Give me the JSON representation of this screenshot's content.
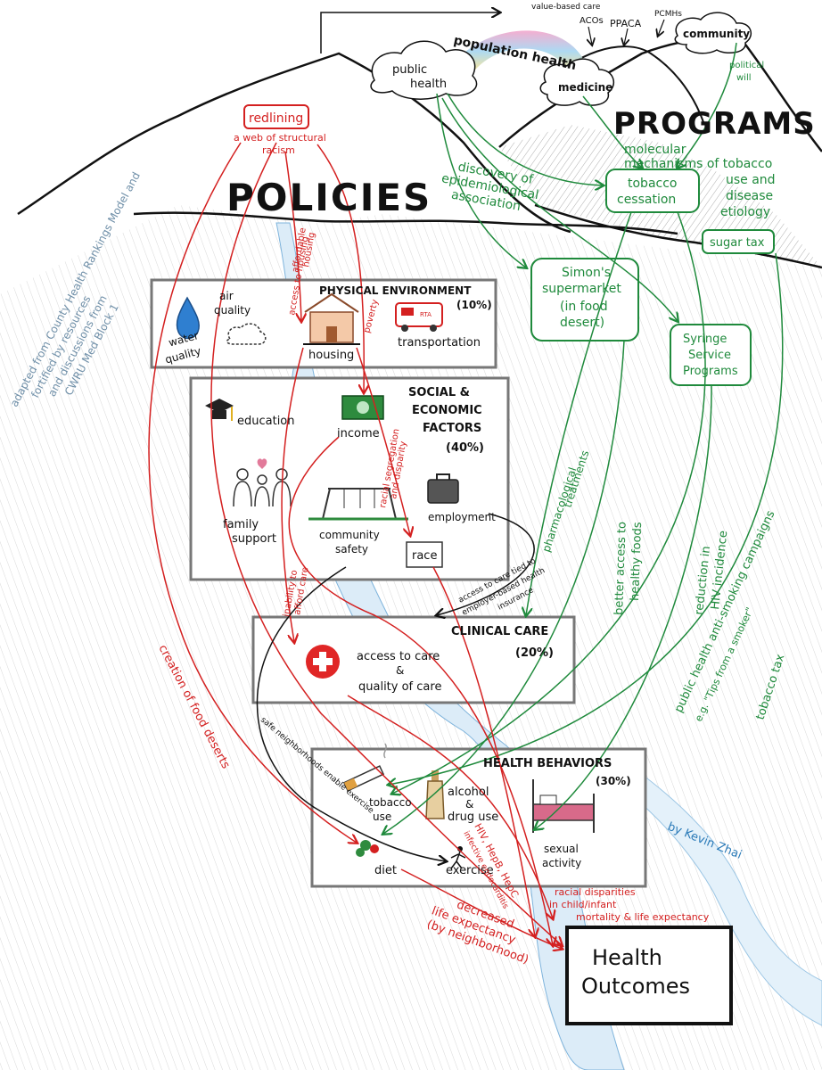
{
  "credits": {
    "adapted_from": "adapted from County Health Rankings Model and",
    "fortified_by": "fortified by resources",
    "discussions": "and discussions from",
    "source": "CWRU Med Block 1",
    "author": "by Kevin Zhai"
  },
  "top": {
    "value_based_care": "value-based care",
    "acos": "ACOs",
    "ppaca": "PPACA",
    "pcmhs": "PCMHs",
    "population_health": "population health",
    "public_health": [
      "public",
      "health"
    ],
    "medicine": "medicine",
    "community": "community",
    "political_will": [
      "political",
      "will"
    ]
  },
  "mountains": {
    "policies": "POLICIES",
    "programs": "PROGRAMS",
    "redlining": "redlining",
    "web_of_racism": [
      "a web of structural",
      "racism"
    ]
  },
  "programs_items": {
    "molecular": [
      "molecular",
      "mechanisms of tobacco",
      "use and",
      "disease",
      "etiology"
    ],
    "discovery": [
      "discovery of",
      "epidemiological",
      "association"
    ],
    "tobacco_cessation": [
      "tobacco",
      "cessation"
    ],
    "sugar_tax": "sugar tax",
    "simons": [
      "Simon's",
      "supermarket",
      "(in food",
      "desert)"
    ],
    "syringe": [
      "Syringe",
      "Service",
      "Programs"
    ]
  },
  "physical_environment": {
    "title": "PHYSICAL ENVIRONMENT",
    "pct": "(10%)",
    "water_quality": [
      "water",
      "quality"
    ],
    "air_quality": [
      "air",
      "quality"
    ],
    "housing": "housing",
    "transportation": "transportation",
    "rta": "RTA"
  },
  "social_economic": {
    "title": [
      "SOCIAL &",
      "ECONOMIC",
      "FACTORS"
    ],
    "pct": "(40%)",
    "education": "education",
    "income": "income",
    "family_support": [
      "family",
      "support"
    ],
    "community_safety": [
      "community",
      "safety"
    ],
    "employment": "employment",
    "race": "race"
  },
  "clinical_care": {
    "title": "CLINICAL CARE",
    "pct": "(20%)",
    "access": "access to care",
    "amp": "&",
    "quality": "quality of care"
  },
  "health_behaviors": {
    "title": "HEALTH BEHAVIORS",
    "pct": "(30%)",
    "tobacco_use": [
      "tobacco",
      "use"
    ],
    "alcohol": [
      "alcohol",
      "&",
      "drug use"
    ],
    "sexual_activity": [
      "sexual",
      "activity"
    ],
    "diet": "diet",
    "exercise": "exercise"
  },
  "outcomes": {
    "title": [
      "Health",
      "Outcomes"
    ]
  },
  "red_labels": {
    "affordable_housing": [
      "affordable",
      "housing"
    ],
    "access_to_housing": "access to housing",
    "poverty": "poverty",
    "racial_segregation": [
      "racial segregation",
      "and disparity"
    ],
    "inability_to_afford": [
      "inability to",
      "afford care"
    ],
    "food_deserts": "creation of food deserts",
    "hiv": [
      "HIV, HepB, HepC",
      "infective endocarditis"
    ],
    "racial_disparities": [
      "racial disparities",
      "in child/infant",
      "mortality & life expectancy"
    ],
    "life_expectancy": [
      "decreased",
      "life expectancy",
      "(by neighborhood)"
    ]
  },
  "green_labels": {
    "pharmacological": [
      "pharmacological",
      "treatments"
    ],
    "healthy_foods": [
      "better access to",
      "healthy foods"
    ],
    "hiv_reduction": [
      "reduction in",
      "HIV incidence"
    ],
    "campaigns": [
      "public health anti-smoking campaigns",
      "e.g. \"Tips from a smoker\""
    ],
    "tobacco_tax": "tobacco tax"
  },
  "black_labels": {
    "employer_insurance": [
      "access to care tied to",
      "employer-based health",
      "insurance"
    ],
    "safe_neighborhoods": "safe neighborhoods enable exercise"
  },
  "colors": {
    "red": "#d42020",
    "green": "#1f8a3c",
    "ink": "#111111",
    "box": "#777777",
    "water": "#5aa6d6"
  }
}
